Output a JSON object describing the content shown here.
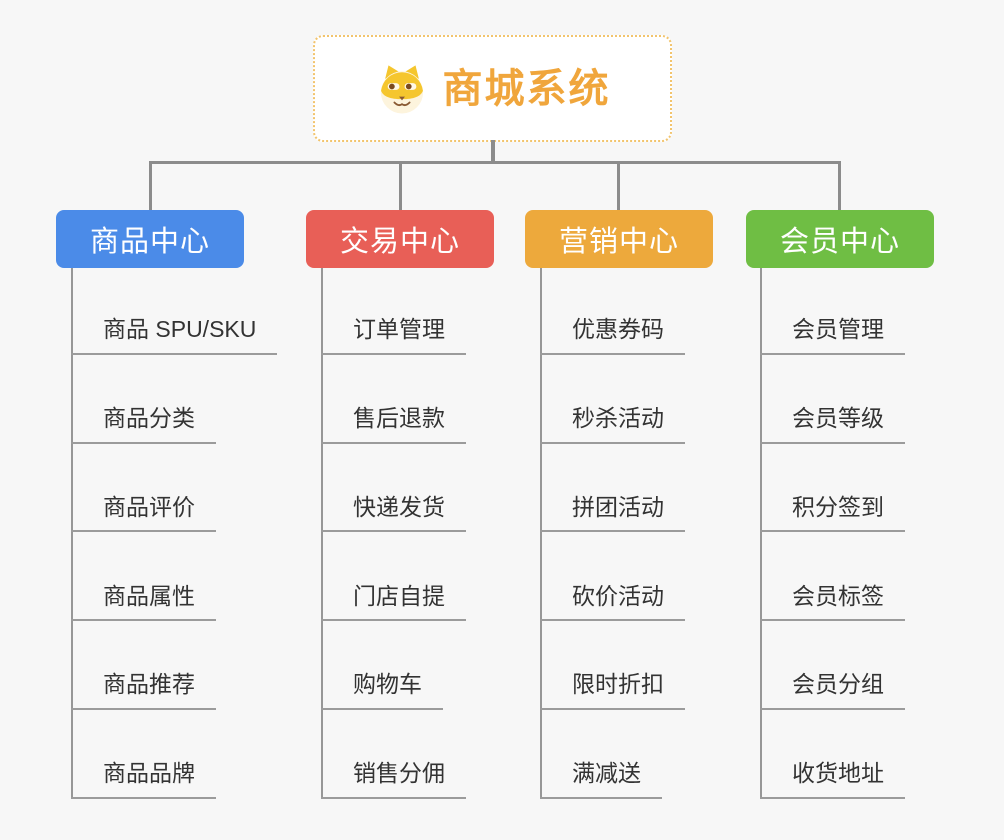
{
  "root": {
    "title": "商城系统",
    "icon": "doge-icon"
  },
  "colors": {
    "background": "#f7f7f7",
    "connector": "#8c8c8c",
    "leaf_underline": "#9b9b9b",
    "leaf_text": "#333333",
    "root_accent": "#f0a63c",
    "root_border": "#f2c46d"
  },
  "branches": [
    {
      "label": "商品中心",
      "color": "#4b8be8",
      "items": [
        "商品 SPU/SKU",
        "商品分类",
        "商品评价",
        "商品属性",
        "商品推荐",
        "商品品牌"
      ]
    },
    {
      "label": "交易中心",
      "color": "#e85f57",
      "items": [
        "订单管理",
        "售后退款",
        "快递发货",
        "门店自提",
        "购物车",
        "销售分佣"
      ]
    },
    {
      "label": "营销中心",
      "color": "#eda93c",
      "items": [
        "优惠券码",
        "秒杀活动",
        "拼团活动",
        "砍价活动",
        "限时折扣",
        "满减送"
      ]
    },
    {
      "label": "会员中心",
      "color": "#6fbe44",
      "items": [
        "会员管理",
        "会员等级",
        "积分签到",
        "会员标签",
        "会员分组",
        "收货地址"
      ]
    }
  ]
}
